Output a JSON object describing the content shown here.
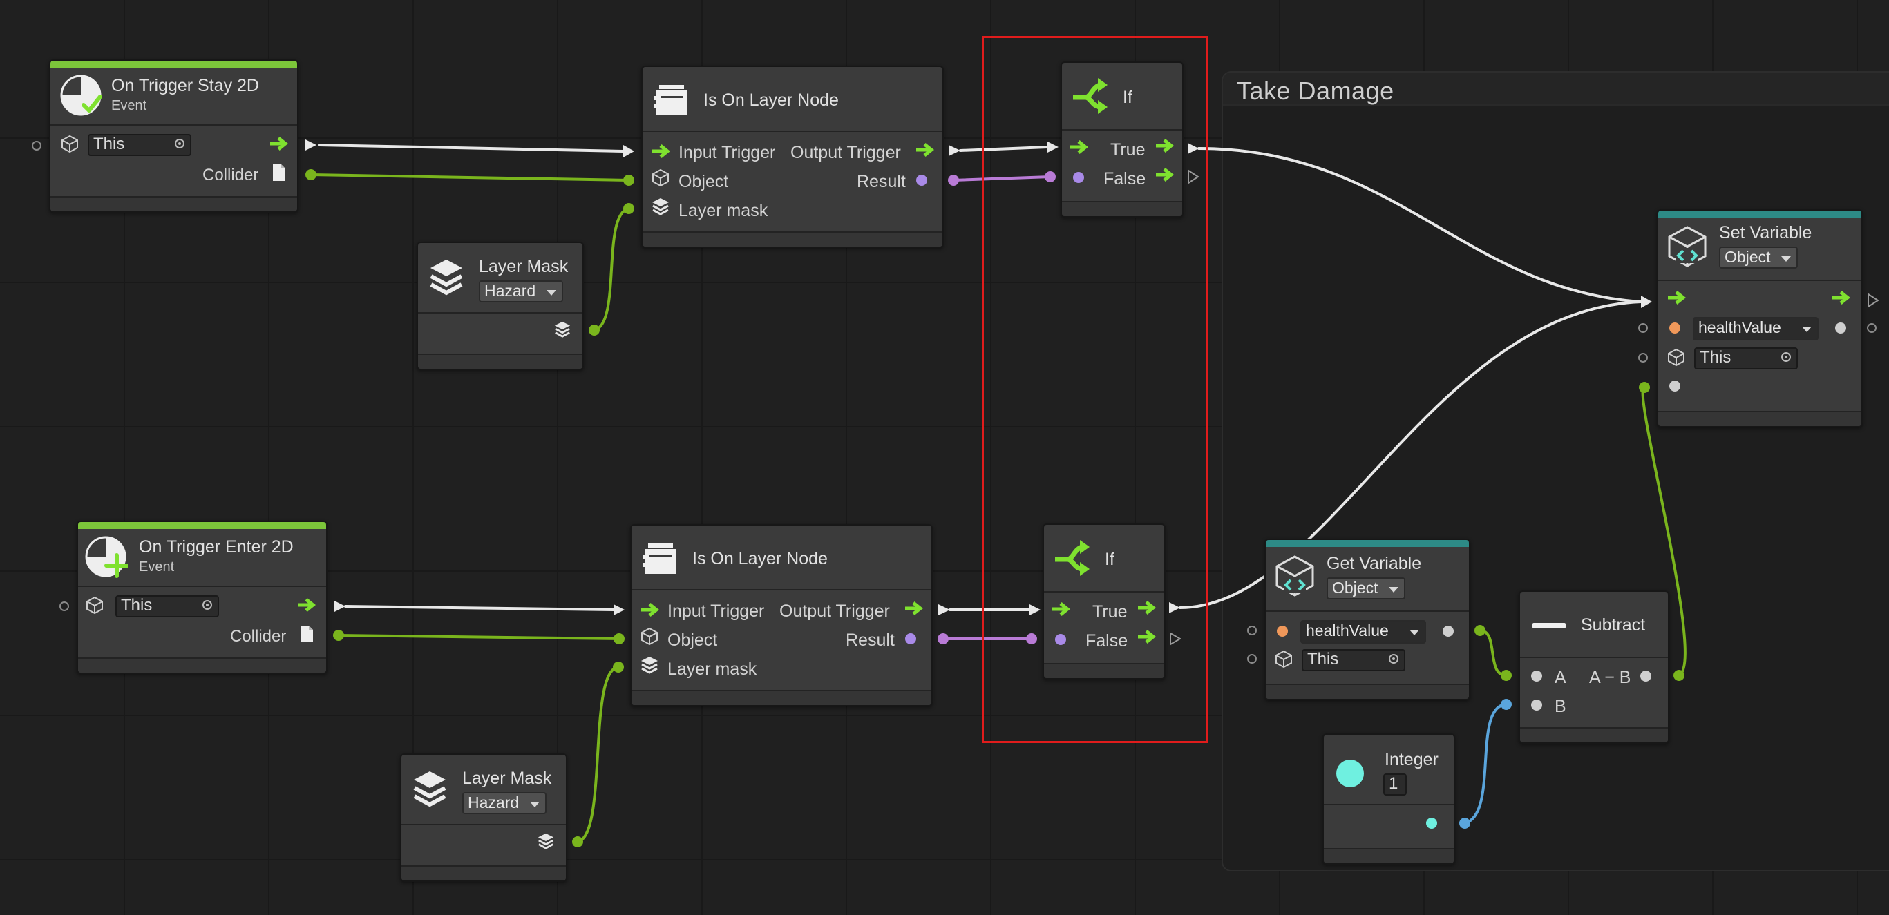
{
  "graph": {
    "group_title": "Take Damage",
    "nodes": {
      "trigger_stay": {
        "title": "On Trigger Stay 2D",
        "subtitle": "Event",
        "target_value": "This",
        "collider_label": "Collider"
      },
      "trigger_enter": {
        "title": "On Trigger Enter 2D",
        "subtitle": "Event",
        "target_value": "This",
        "collider_label": "Collider"
      },
      "layer_node_top": {
        "title": "Is On Layer Node",
        "input_trigger": "Input Trigger",
        "output_trigger": "Output Trigger",
        "object": "Object",
        "result": "Result",
        "layer_mask": "Layer  mask"
      },
      "layer_node_bottom": {
        "title": "Is On Layer Node",
        "input_trigger": "Input Trigger",
        "output_trigger": "Output Trigger",
        "object": "Object",
        "result": "Result",
        "layer_mask": "Layer  mask"
      },
      "layer_mask_top": {
        "title": "Layer Mask",
        "value": "Hazard"
      },
      "layer_mask_bottom": {
        "title": "Layer Mask",
        "value": "Hazard"
      },
      "if_top": {
        "title": "If",
        "true_label": "True",
        "false_label": "False"
      },
      "if_bottom": {
        "title": "If",
        "true_label": "True",
        "false_label": "False"
      },
      "set_variable": {
        "title": "Set Variable",
        "kind": "Object",
        "variable": "healthValue",
        "target": "This"
      },
      "get_variable": {
        "title": "Get Variable",
        "kind": "Object",
        "variable": "healthValue",
        "target": "This"
      },
      "subtract": {
        "title": "Subtract",
        "a_label": "A",
        "b_label": "B",
        "out_label": "A − B"
      },
      "integer": {
        "title": "Integer",
        "value": "1"
      }
    }
  },
  "colors": {
    "event_bar": "#7cc53a",
    "variable_bar": "#2d8a86",
    "flow_arrow": "#7fe12f",
    "wire_flow": "#e8e8e8",
    "wire_object": "#7ab51d",
    "wire_bool": "#b97bd6",
    "wire_int": "#5aa5dc",
    "port_bool": "#a98ae8",
    "port_object_var": "#f0985a",
    "port_integer": "#6ff0e0",
    "highlight": "#e01c1c"
  },
  "icons": [
    "event-trigger-icon",
    "cube-icon",
    "target-icon",
    "file-icon",
    "flow-arrow-icon",
    "layer-node-icon",
    "layers-icon",
    "branch-icon",
    "variable-cube-icon",
    "minus-icon",
    "integer-circle-icon",
    "dropdown-caret-icon"
  ]
}
